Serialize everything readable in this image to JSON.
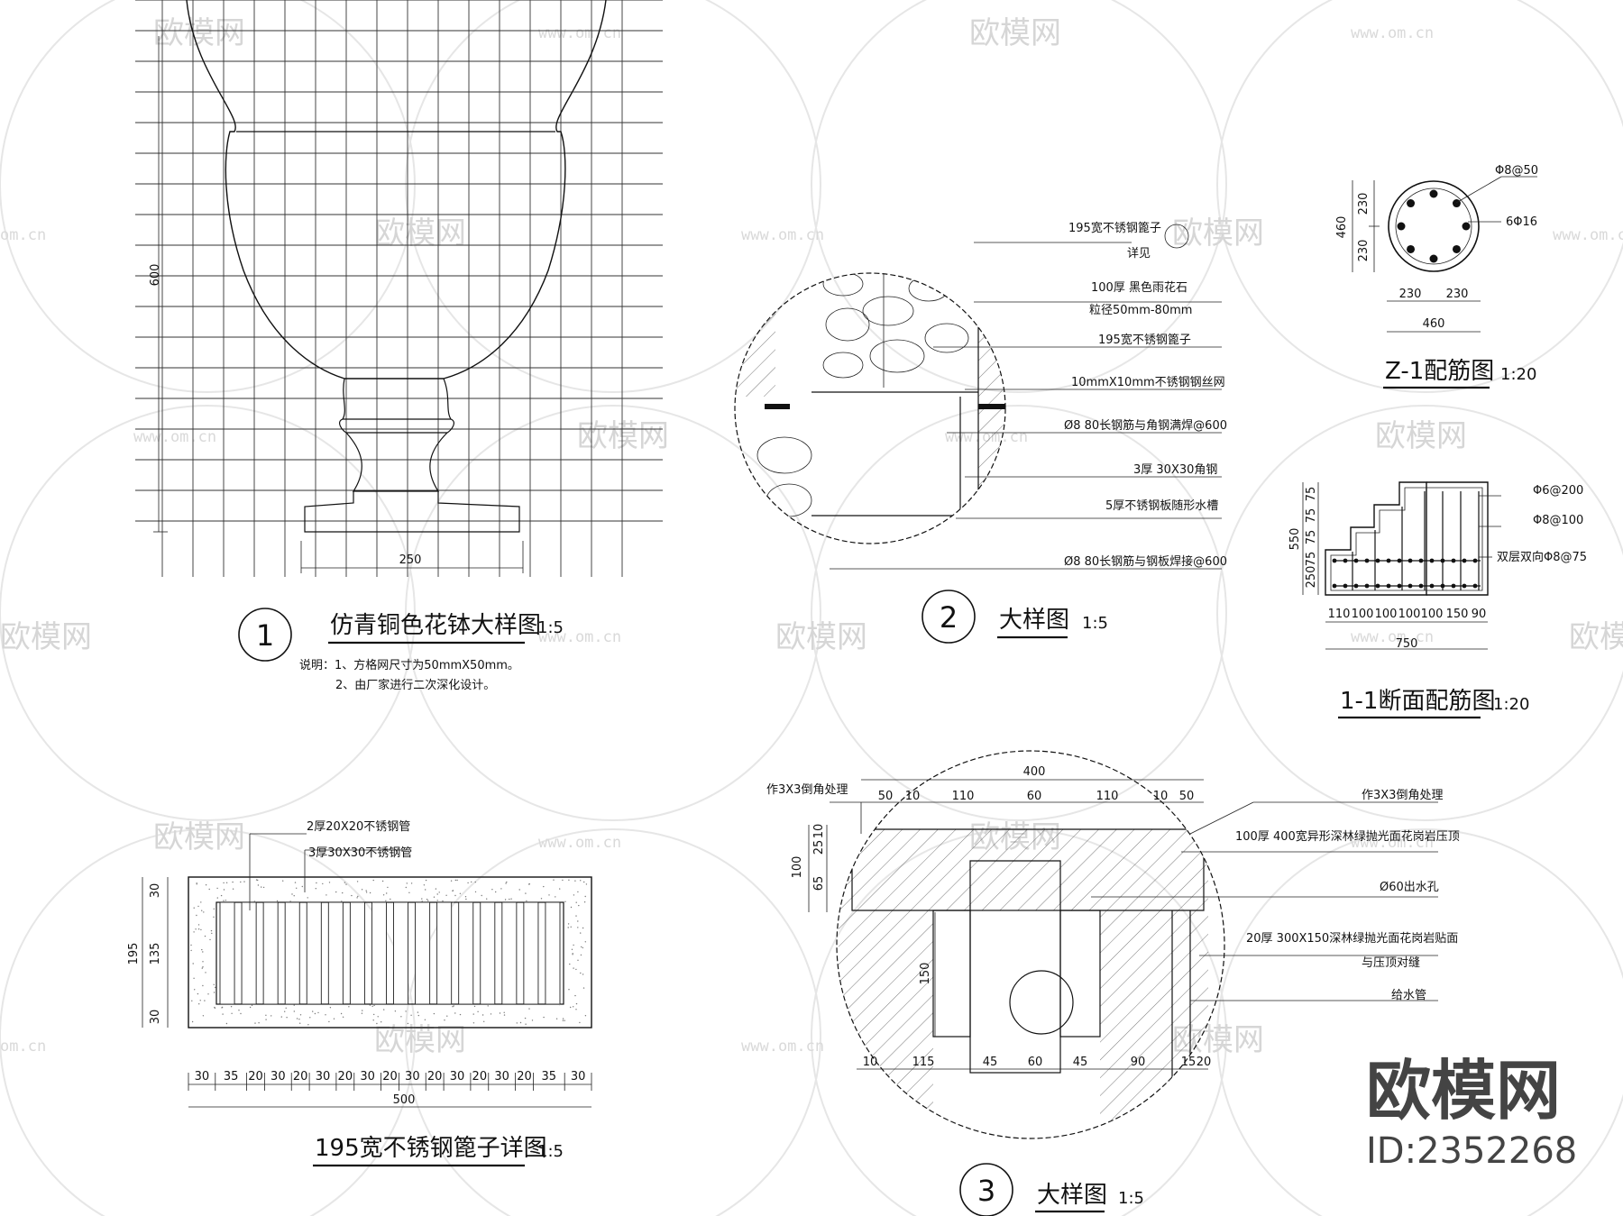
{
  "watermark": {
    "brand": "欧模网",
    "url": "www.om.cn",
    "partial_url": "om.cn"
  },
  "logo": {
    "brand": "欧模网",
    "id": "ID:2352268"
  },
  "detail1": {
    "number": "1",
    "title": "仿青铜色花钵大样图",
    "scale": "1:5",
    "notes": [
      "说明：1、方格网尺寸为50mmX50mm。",
      "2、由厂家进行二次深化设计。"
    ],
    "dim_height": "600",
    "dim_width": "250"
  },
  "detail2": {
    "number": "2",
    "title": "大样图",
    "scale": "1:5",
    "labels": [
      "195宽不锈钢篦子",
      "详见",
      "100厚 黑色雨花石",
      "粒径50mm-80mm",
      "195宽不锈钢篦子",
      "10mmX10mm不锈钢钢丝网",
      "Ø8 80长钢筋与角钢满焊@600",
      "3厚 30X30角钢",
      "5厚不锈钢板随形水槽",
      "Ø8 80长钢筋与钢板焊接@600"
    ]
  },
  "z1": {
    "title": "Z-1配筋图",
    "scale": "1:20",
    "labels": [
      "Φ8@50",
      "6Φ16"
    ],
    "dims": {
      "v1": "230",
      "v2": "230",
      "vtotal": "460",
      "h1": "230",
      "h2": "230",
      "htotal": "460"
    }
  },
  "s11": {
    "title": "1-1断面配筋图",
    "scale": "1:20",
    "labels": [
      "Φ6@200",
      "Φ8@100",
      "双层双向Φ8@75"
    ],
    "vdims": [
      "75",
      "75",
      "75",
      "75",
      "250"
    ],
    "vtotal": "550",
    "hdims": [
      "110",
      "100",
      "100",
      "100",
      "100",
      "150",
      "90"
    ],
    "htotal": "750"
  },
  "grate": {
    "title": "195宽不锈钢篦子详图",
    "scale": "1:5",
    "labels": [
      "2厚20X20不锈钢管",
      "3厚30X30不锈钢管"
    ],
    "vdims": [
      "30",
      "135",
      "30"
    ],
    "vtotal": "195",
    "hdims": [
      "30",
      "35",
      "20",
      "30",
      "20",
      "30",
      "20",
      "30",
      "20",
      "30",
      "20",
      "30",
      "20",
      "30",
      "20",
      "35",
      "30"
    ],
    "htotal": "500"
  },
  "detail3": {
    "number": "3",
    "title": "大样图",
    "scale": "1:5",
    "top_total": "400",
    "top_dims": [
      "50",
      "10",
      "110",
      "60",
      "110",
      "10",
      "50"
    ],
    "left_dims": [
      "10",
      "25",
      "65"
    ],
    "left_total": "100",
    "inner_dim": "150",
    "bottom_dims": [
      "10",
      "115",
      "45",
      "60",
      "45",
      "90",
      "15",
      "20"
    ],
    "labels_left": [
      "作3X3倒角处理"
    ],
    "labels_right": [
      "作3X3倒角处理",
      "100厚 400宽异形深林绿抛光面花岗岩压顶",
      "Ø60出水孔",
      "20厚 300X150深林绿抛光面花岗岩贴面",
      "与压顶对缝",
      "给水管"
    ]
  }
}
